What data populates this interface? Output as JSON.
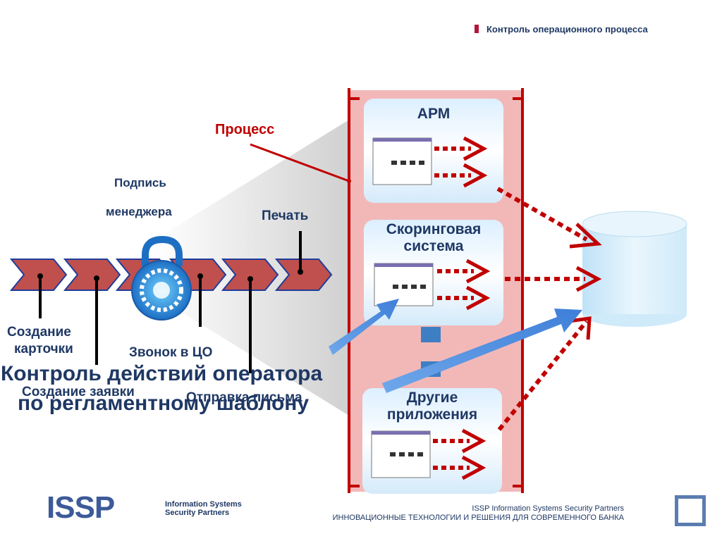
{
  "header": {
    "title": "Контроль операционного процесса"
  },
  "labels": {
    "process": "Процесс",
    "signature_line1": "Подпись",
    "signature_line2": "менеджера",
    "print": "Печать",
    "create_card_line1": "Создание",
    "create_card_line2": "карточки",
    "call": "Звонок в ЦО",
    "create_request": "Создание заявки",
    "send_letter": "Отправка письма",
    "control_line1": "Контроль действий оператора",
    "control_line2": "по регламентному шаблону"
  },
  "panels": {
    "arm": "АРМ",
    "scoring_line1": "Скоринговая",
    "scoring_line2": "система",
    "other_line1": "Другие",
    "other_line2": "приложения"
  },
  "footer": {
    "logo": "ISSP",
    "logo_line1": "Information Systems",
    "logo_line2": "Security Partners",
    "partner": "ISSP Information Systems Security Partners",
    "slogan": "ИННОВАЦИОННЫЕ ТЕХНОЛОГИИ И РЕШЕНИЯ ДЛЯ СОВРЕМЕННОГО БАНКА"
  },
  "icons": {
    "lock": "padlock-icon",
    "database": "database-cylinder-icon"
  },
  "colors": {
    "accent": "#c00000",
    "navy": "#1f3864",
    "panel": "#f2b8b8"
  }
}
